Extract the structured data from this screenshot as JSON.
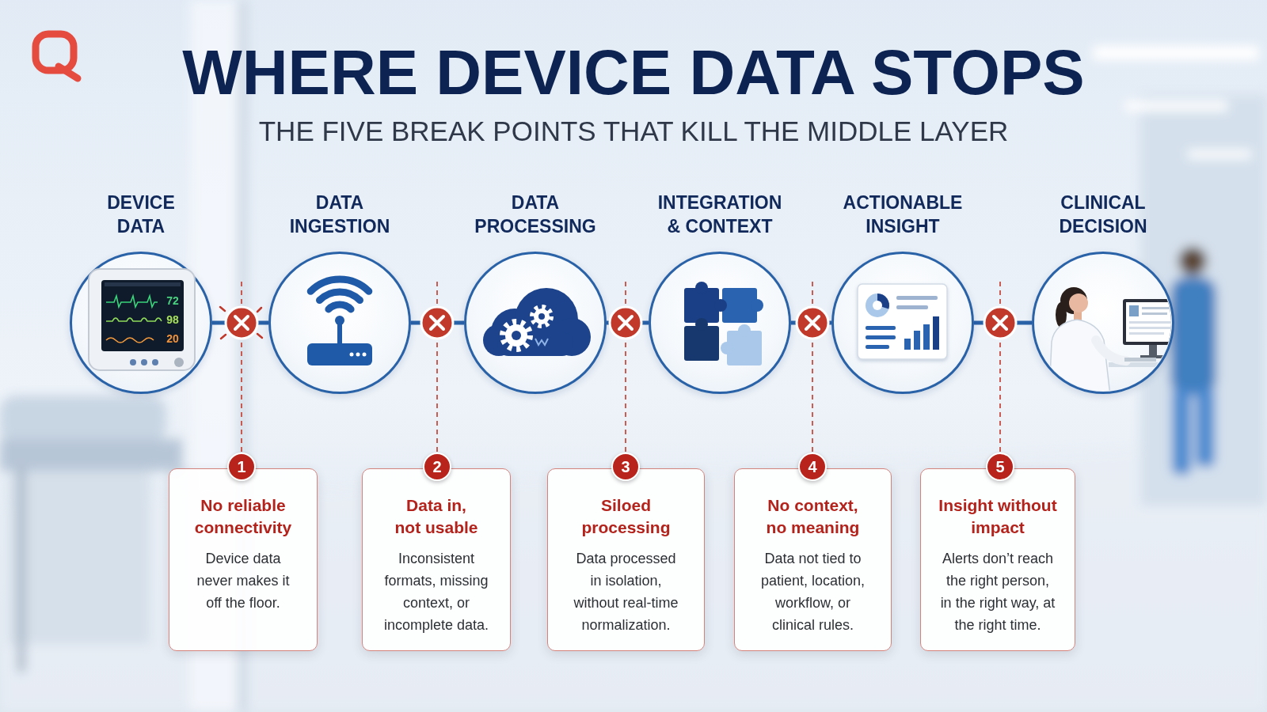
{
  "diagram": {
    "title": "WHERE DEVICE DATA STOPS",
    "nodes": [
      {
        "text": [
          "DEVICE DATA"
        ]
      },
      {
        "text": [
          "DATA INGESTION"
        ]
      },
      {
        "text": [
          "DATA PROCESSING"
        ]
      },
      {
        "text": [
          "INTEGRATION & CONTEXT"
        ]
      },
      {
        "text": [
          "ACTIONABLE INSIGHT"
        ]
      },
      {
        "text": [
          "CLINICAL DECISION"
        ]
      },
      {
        "text": [
          "No reliable connectivity",
          "Device data never makes it off the floor."
        ]
      },
      {
        "text": [
          "Data in, not usable",
          "Inconsistent formats, missing context, or incomplete data."
        ]
      },
      {
        "text": [
          "Siloed processing",
          "Data processed in isolation, without real-time normalization."
        ]
      },
      {
        "text": [
          "No context, no meaning",
          "Data not tied to patient, location, workflow, or clinical rules."
        ]
      },
      {
        "text": [
          "Insight without impact",
          "Alerts don’t reach the right person, in the right way, at the right time."
        ]
      }
    ],
    "edges": [
      {
        "from": 0,
        "to": 1,
        "arrow": "none"
      },
      {
        "from": 1,
        "to": 2,
        "arrow": "none"
      },
      {
        "from": 2,
        "to": 3,
        "arrow": "none"
      },
      {
        "from": 3,
        "to": 4,
        "arrow": "none"
      },
      {
        "from": 4,
        "to": 5,
        "arrow": "none"
      }
    ],
    "labels": [
      "THE FIVE BREAK POINTS THAT KILL THE MIDDLE LAYER",
      "72",
      "98",
      "20",
      "1",
      "2",
      "3",
      "4",
      "5"
    ]
  }
}
